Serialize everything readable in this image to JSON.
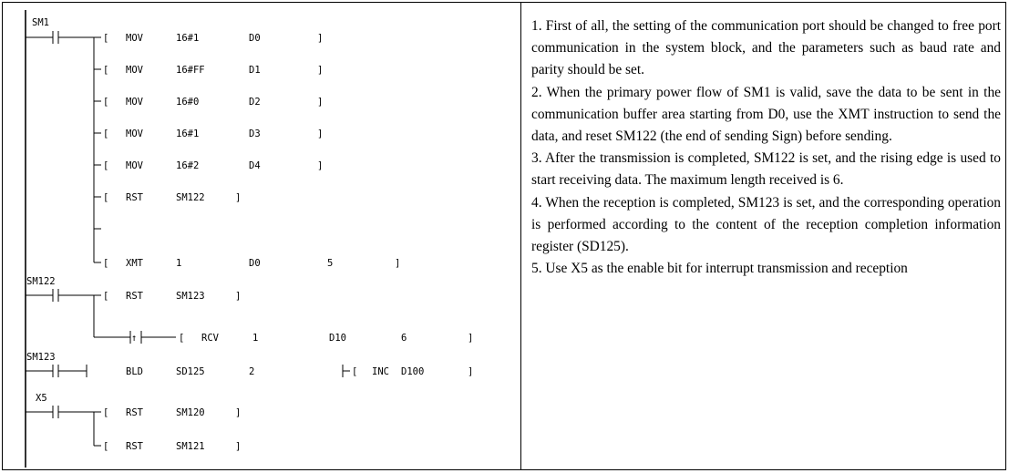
{
  "ladder": {
    "rungs": [
      {
        "contact": "SM1",
        "instructions": [
          [
            "MOV",
            "16#1",
            "D0"
          ],
          [
            "MOV",
            "16#FF",
            "D1"
          ],
          [
            "MOV",
            "16#0",
            "D2"
          ],
          [
            "MOV",
            "16#1",
            "D3"
          ],
          [
            "MOV",
            "16#2",
            "D4"
          ],
          [
            "RST",
            "SM122"
          ],
          [
            "XMT",
            "1",
            "D0",
            "5"
          ]
        ]
      },
      {
        "contact": "SM122",
        "instructions": [
          [
            "RST",
            "SM123"
          ]
        ],
        "branch": {
          "edge_symbol": "↑",
          "instruction": [
            "RCV",
            "1",
            "D10",
            "6"
          ]
        }
      },
      {
        "contact": "SM123",
        "instructions": [
          [
            "BLD",
            "SD125",
            "2"
          ],
          [
            "INC",
            "D100"
          ]
        ]
      },
      {
        "contact": "X5",
        "instructions": [
          [
            "RST",
            "SM120"
          ],
          [
            "RST",
            "SM121"
          ]
        ]
      }
    ]
  },
  "description": [
    "1. First of all, the setting of the communication port should be changed to free port communication in the system block, and the parameters such as baud rate and parity should be set.",
    "2. When the primary power flow of SM1 is valid, save the data to be sent in the communication buffer area starting from D0, use the XMT instruction to send the data, and reset SM122 (the end of sending Sign) before sending.",
    "3. After the transmission is completed, SM122 is set, and the rising edge is used to start receiving data. The maximum length received is 6.",
    "4. When the reception is completed, SM123 is set, and the corresponding operation is performed according to the content of the reception completion information register (SD125).",
    "5. Use X5 as the enable bit for interrupt transmission and reception"
  ]
}
